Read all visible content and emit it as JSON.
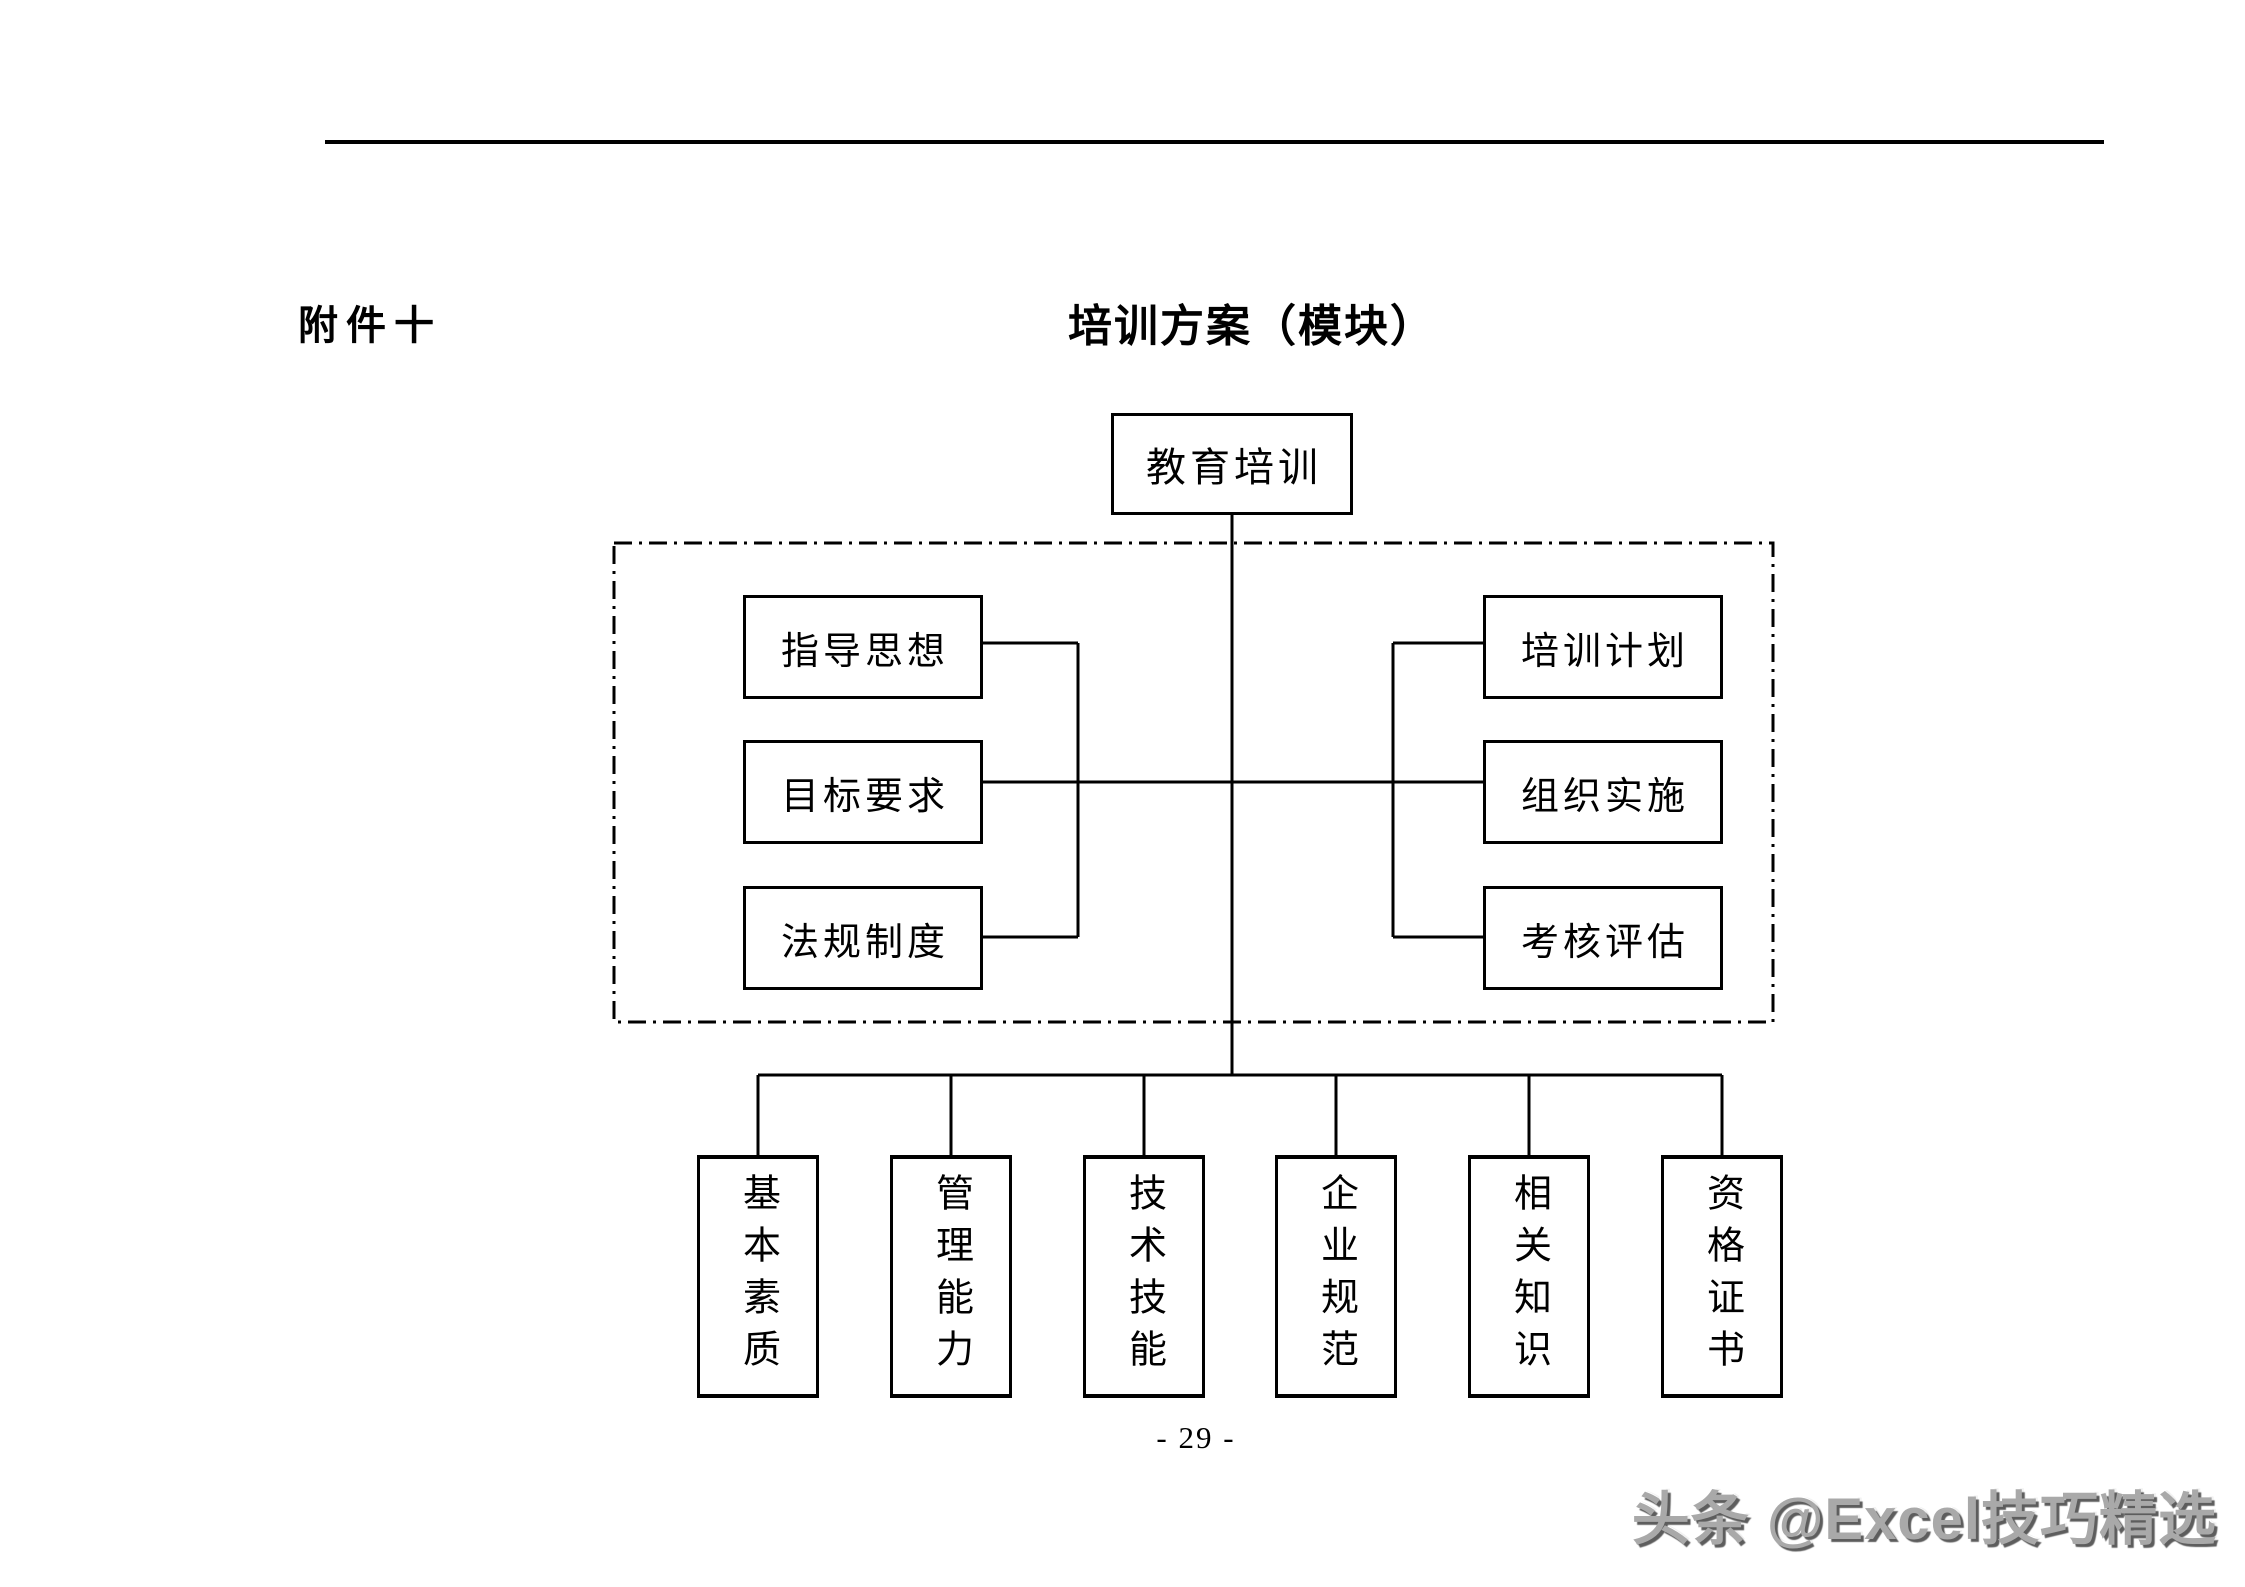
{
  "document": {
    "attachment_label": "附件十",
    "title": "培训方案（模块）",
    "page_number": "- 29 -",
    "watermark": "头条 @Excel技巧精选"
  },
  "chart": {
    "root": "教育培训",
    "planning_group": {
      "left_column": [
        "指导思想",
        "目标要求",
        "法规制度"
      ],
      "right_column": [
        "培训计划",
        "组织实施",
        "考核评估"
      ]
    },
    "modules": [
      "基本素质",
      "管理能力",
      "技术技能",
      "企业规范",
      "相关知识",
      "资格证书"
    ]
  }
}
